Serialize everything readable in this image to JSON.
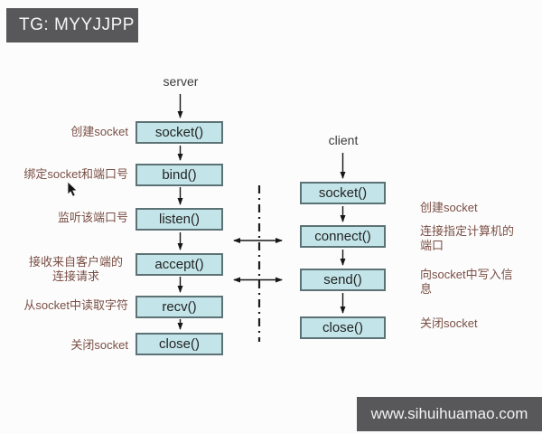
{
  "header": {
    "badge": "TG: MYYJJPP"
  },
  "footer": {
    "watermark": "www.sihuihuamao.com"
  },
  "colors": {
    "badge_bg": "#58585a",
    "box_fill": "#c3e5e9",
    "box_border": "#5c7275",
    "label_text": "#7a4f45",
    "arrow": "#161616"
  },
  "diagram": {
    "server": {
      "title": "server",
      "steps": [
        {
          "func": "socket()",
          "label": "创建socket"
        },
        {
          "func": "bind()",
          "label": "绑定socket和端口号"
        },
        {
          "func": "listen()",
          "label": "监听该端口号"
        },
        {
          "func": "accept()",
          "label": "接收来自客户端的连接请求"
        },
        {
          "func": "recv()",
          "label": "从socket中读取字符"
        },
        {
          "func": "close()",
          "label": "关闭socket"
        }
      ]
    },
    "client": {
      "title": "client",
      "steps": [
        {
          "func": "socket()",
          "label": "创建socket"
        },
        {
          "func": "connect()",
          "label": "连接指定计算机的端口"
        },
        {
          "func": "send()",
          "label": "向socket中写入信息"
        },
        {
          "func": "close()",
          "label": "关闭socket"
        }
      ]
    }
  }
}
